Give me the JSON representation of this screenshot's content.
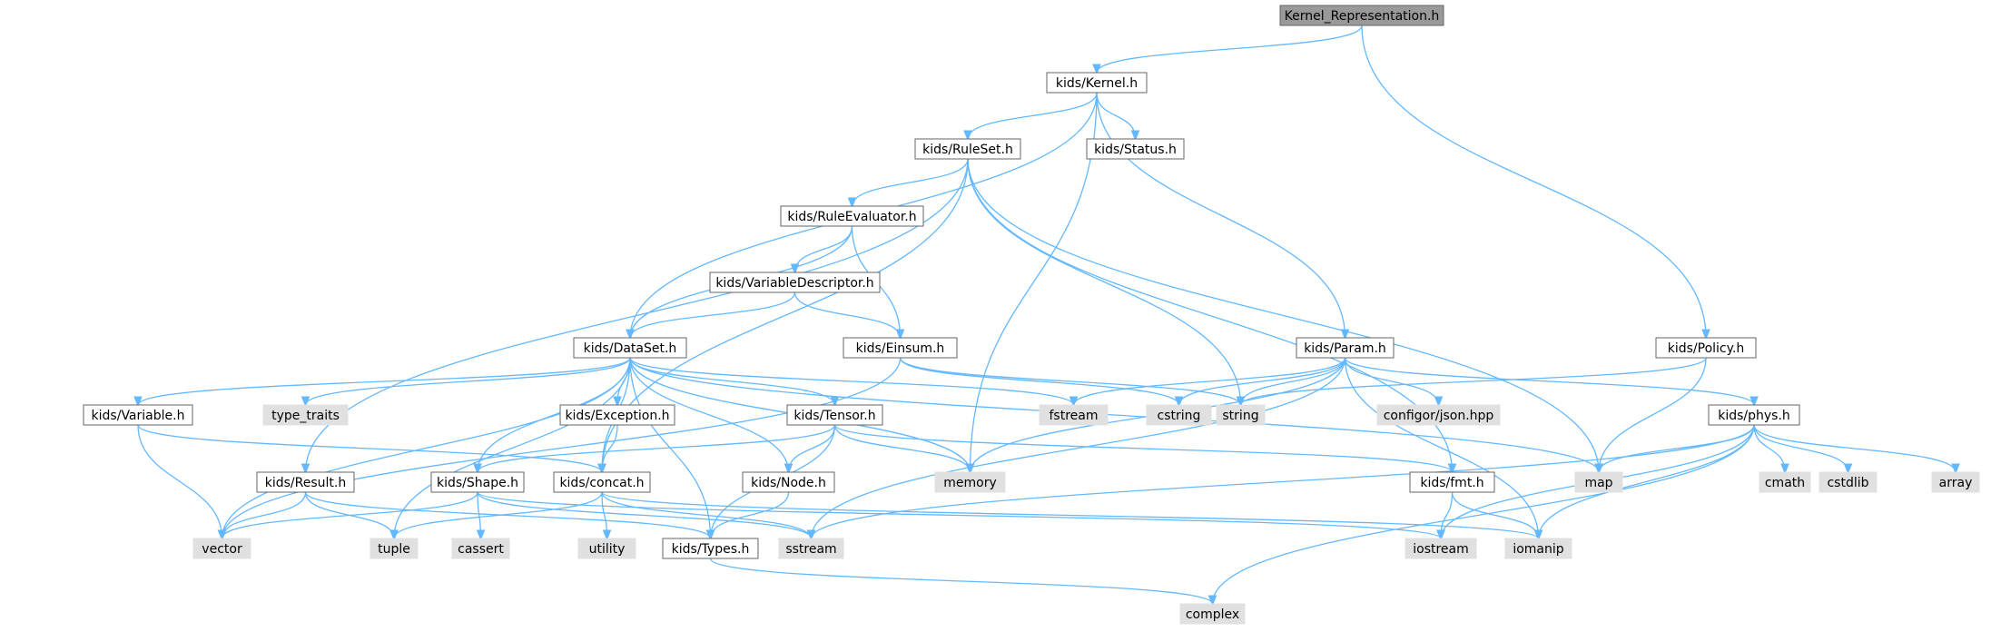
{
  "colors": {
    "edge": "#63b8ff",
    "main_fill": "#999999",
    "internal_fill": "#ffffff",
    "external_fill": "#e0e0e0",
    "border": "#666666"
  },
  "nodes": [
    {
      "id": "kernel_representation",
      "label": "Kernel_Representation.h",
      "kind": "main"
    },
    {
      "id": "kernel",
      "label": "kids/Kernel.h",
      "kind": "internal"
    },
    {
      "id": "ruleset",
      "label": "kids/RuleSet.h",
      "kind": "internal"
    },
    {
      "id": "status",
      "label": "kids/Status.h",
      "kind": "internal"
    },
    {
      "id": "ruleevaluator",
      "label": "kids/RuleEvaluator.h",
      "kind": "internal"
    },
    {
      "id": "variabledescriptor",
      "label": "kids/VariableDescriptor.h",
      "kind": "internal"
    },
    {
      "id": "dataset",
      "label": "kids/DataSet.h",
      "kind": "internal"
    },
    {
      "id": "einsum",
      "label": "kids/Einsum.h",
      "kind": "internal"
    },
    {
      "id": "param",
      "label": "kids/Param.h",
      "kind": "internal"
    },
    {
      "id": "policy",
      "label": "kids/Policy.h",
      "kind": "internal"
    },
    {
      "id": "variable",
      "label": "kids/Variable.h",
      "kind": "internal"
    },
    {
      "id": "type_traits",
      "label": "type_traits",
      "kind": "external"
    },
    {
      "id": "exception",
      "label": "kids/Exception.h",
      "kind": "internal"
    },
    {
      "id": "tensor",
      "label": "kids/Tensor.h",
      "kind": "internal"
    },
    {
      "id": "fstream",
      "label": "fstream",
      "kind": "external"
    },
    {
      "id": "cstring",
      "label": "cstring",
      "kind": "external"
    },
    {
      "id": "string",
      "label": "string",
      "kind": "external"
    },
    {
      "id": "configor",
      "label": "configor/json.hpp",
      "kind": "external"
    },
    {
      "id": "phys",
      "label": "kids/phys.h",
      "kind": "internal"
    },
    {
      "id": "result",
      "label": "kids/Result.h",
      "kind": "internal"
    },
    {
      "id": "shape",
      "label": "kids/Shape.h",
      "kind": "internal"
    },
    {
      "id": "concat",
      "label": "kids/concat.h",
      "kind": "internal"
    },
    {
      "id": "node",
      "label": "kids/Node.h",
      "kind": "internal"
    },
    {
      "id": "memory",
      "label": "memory",
      "kind": "external"
    },
    {
      "id": "fmt",
      "label": "kids/fmt.h",
      "kind": "internal"
    },
    {
      "id": "map",
      "label": "map",
      "kind": "external"
    },
    {
      "id": "cmath",
      "label": "cmath",
      "kind": "external"
    },
    {
      "id": "cstdlib",
      "label": "cstdlib",
      "kind": "external"
    },
    {
      "id": "array",
      "label": "array",
      "kind": "external"
    },
    {
      "id": "vector",
      "label": "vector",
      "kind": "external"
    },
    {
      "id": "tuple",
      "label": "tuple",
      "kind": "external"
    },
    {
      "id": "cassert",
      "label": "cassert",
      "kind": "external"
    },
    {
      "id": "utility",
      "label": "utility",
      "kind": "external"
    },
    {
      "id": "types",
      "label": "kids/Types.h",
      "kind": "internal"
    },
    {
      "id": "sstream",
      "label": "sstream",
      "kind": "external"
    },
    {
      "id": "iostream",
      "label": "iostream",
      "kind": "external"
    },
    {
      "id": "iomanip",
      "label": "iomanip",
      "kind": "external"
    },
    {
      "id": "complex",
      "label": "complex",
      "kind": "external"
    }
  ],
  "edges": [
    [
      "kernel_representation",
      "kernel"
    ],
    [
      "kernel_representation",
      "policy"
    ],
    [
      "kernel",
      "ruleset"
    ],
    [
      "kernel",
      "status"
    ],
    [
      "kernel",
      "dataset"
    ],
    [
      "kernel",
      "memory"
    ],
    [
      "kernel",
      "param"
    ],
    [
      "ruleset",
      "ruleevaluator"
    ],
    [
      "ruleset",
      "result"
    ],
    [
      "ruleset",
      "concat"
    ],
    [
      "ruleset",
      "string"
    ],
    [
      "ruleset",
      "map"
    ],
    [
      "ruleset",
      "fmt"
    ],
    [
      "ruleevaluator",
      "variabledescriptor"
    ],
    [
      "ruleevaluator",
      "dataset"
    ],
    [
      "ruleevaluator",
      "einsum"
    ],
    [
      "variabledescriptor",
      "dataset"
    ],
    [
      "variabledescriptor",
      "einsum"
    ],
    [
      "dataset",
      "variable"
    ],
    [
      "dataset",
      "type_traits"
    ],
    [
      "dataset",
      "exception"
    ],
    [
      "dataset",
      "tensor"
    ],
    [
      "dataset",
      "fstream"
    ],
    [
      "dataset",
      "memory"
    ],
    [
      "dataset",
      "map"
    ],
    [
      "dataset",
      "vector"
    ],
    [
      "dataset",
      "tuple"
    ],
    [
      "dataset",
      "shape"
    ],
    [
      "dataset",
      "concat"
    ],
    [
      "dataset",
      "types"
    ],
    [
      "dataset",
      "node"
    ],
    [
      "einsum",
      "vector"
    ],
    [
      "einsum",
      "cstring"
    ],
    [
      "einsum",
      "string"
    ],
    [
      "param",
      "fstream"
    ],
    [
      "param",
      "cstring"
    ],
    [
      "param",
      "string"
    ],
    [
      "param",
      "configor"
    ],
    [
      "param",
      "phys"
    ],
    [
      "param",
      "memory"
    ],
    [
      "param",
      "sstream"
    ],
    [
      "param",
      "iomanip"
    ],
    [
      "policy",
      "string"
    ],
    [
      "policy",
      "map"
    ],
    [
      "variable",
      "vector"
    ],
    [
      "variable",
      "concat"
    ],
    [
      "exception",
      "concat"
    ],
    [
      "tensor",
      "shape"
    ],
    [
      "tensor",
      "node"
    ],
    [
      "tensor",
      "memory"
    ],
    [
      "tensor",
      "types"
    ],
    [
      "tensor",
      "fmt"
    ],
    [
      "phys",
      "map"
    ],
    [
      "phys",
      "cmath"
    ],
    [
      "phys",
      "cstdlib"
    ],
    [
      "phys",
      "array"
    ],
    [
      "phys",
      "iostream"
    ],
    [
      "phys",
      "iomanip"
    ],
    [
      "phys",
      "sstream"
    ],
    [
      "phys",
      "complex"
    ],
    [
      "result",
      "vector"
    ],
    [
      "result",
      "tuple"
    ],
    [
      "result",
      "types"
    ],
    [
      "shape",
      "vector"
    ],
    [
      "shape",
      "cassert"
    ],
    [
      "shape",
      "sstream"
    ],
    [
      "shape",
      "iostream"
    ],
    [
      "concat",
      "tuple"
    ],
    [
      "concat",
      "utility"
    ],
    [
      "concat",
      "sstream"
    ],
    [
      "concat",
      "iomanip"
    ],
    [
      "node",
      "types"
    ],
    [
      "fmt",
      "iostream"
    ],
    [
      "fmt",
      "iomanip"
    ],
    [
      "types",
      "complex"
    ]
  ]
}
